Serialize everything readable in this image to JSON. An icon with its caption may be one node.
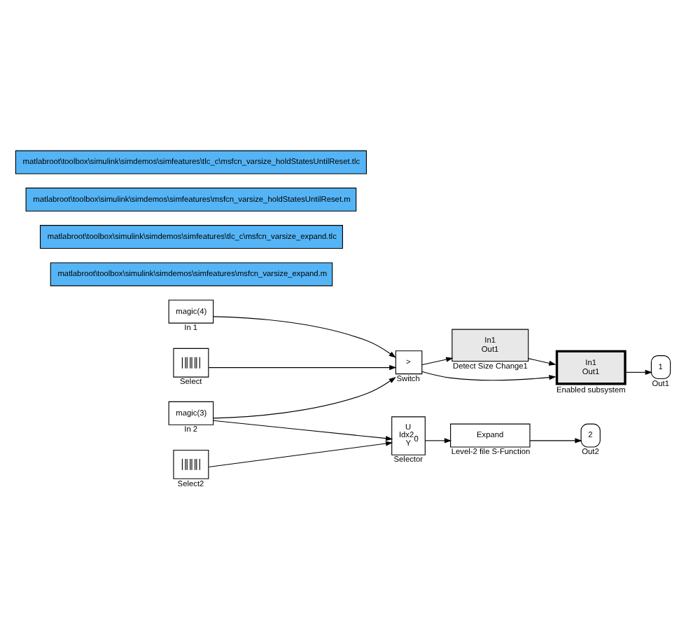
{
  "diagram": {
    "nodes": [
      {
        "text": [
          "magic(4)"
        ],
        "beside": [
          "In 1"
        ]
      },
      {
        "text": [],
        "shape": "box",
        "beside": [
          "Select"
        ]
      },
      {
        "text": [
          "magic(3)"
        ],
        "beside": [
          "In 2"
        ]
      },
      {
        "text": [],
        "shape": "box",
        "beside": [
          "Select2"
        ]
      },
      {
        "text": [
          ">"
        ],
        "beside": [
          "Switch"
        ]
      },
      {
        "text": [
          "U",
          "Idx2$_{0}$",
          "Y"
        ],
        "beside": [
          "Selector"
        ]
      },
      {
        "text": [
          "In1",
          "Out1"
        ],
        "beside": [
          "Detect Size Change1"
        ]
      },
      {
        "text": [
          "In1",
          "Out1"
        ],
        "beside": [
          "Enabled subsystem"
        ]
      },
      {
        "text": [
          "Expand"
        ],
        "beside": [
          "Level-2 file S-Function"
        ]
      },
      {
        "text": [
          "1"
        ],
        "beside": [
          "Out1"
        ]
      },
      {
        "text": [
          "2"
        ],
        "beside": [
          "Out2"
        ]
      },
      {
        "text": [
          "matlabroot\\toolbox\\simulink\\simdemos\\simfeatures\\msfcn_varsize_expand.m"
        ]
      },
      {
        "text": [
          "matlabroot\\toolbox\\simulink\\simdemos\\simfeatures\\tlc_c\\msfcn_varsize_expand.tlc"
        ]
      },
      {
        "text": [
          "matlabroot\\toolbox\\simulink\\simdemos\\simfeatures\\msfcn_varsize_holdStatesUntilReset.m"
        ]
      },
      {
        "text": [
          "matlabroot\\toolbox\\simulink\\simdemos\\simfeatures\\tlc_c\\msfcn_varsize_holdStatesUntilReset.tlc"
        ]
      }
    ],
    "edges": [
      {
        "from": 0,
        "to": 4,
        "arrow": "to"
      },
      {
        "from": 1,
        "to": 4,
        "arrow": "to"
      },
      {
        "from": 2,
        "to": 4,
        "arrow": "to"
      },
      {
        "from": 2,
        "to": 5,
        "arrow": "to"
      },
      {
        "from": 3,
        "to": 5,
        "arrow": "to"
      },
      {
        "from": 4,
        "to": 6,
        "arrow": "to"
      },
      {
        "from": 4,
        "to": 7,
        "arrow": "to"
      },
      {
        "from": 6,
        "to": 7,
        "arrow": "to"
      },
      {
        "from": 7,
        "to": 9,
        "arrow": "to"
      },
      {
        "from": 5,
        "to": 8,
        "arrow": "to"
      },
      {
        "from": 8,
        "to": 10,
        "arrow": "to"
      }
    ]
  }
}
